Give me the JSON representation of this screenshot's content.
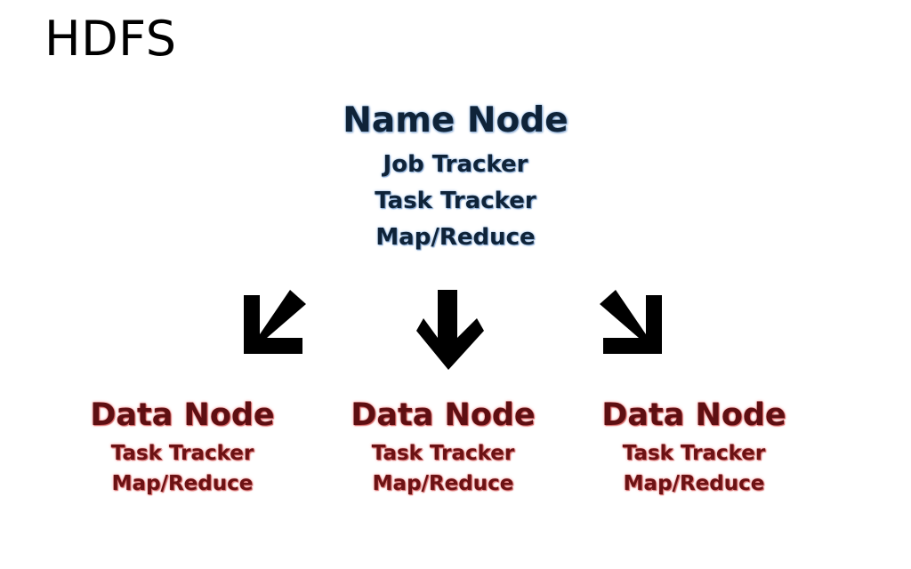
{
  "slide": {
    "title": "HDFS"
  },
  "name_node": {
    "title": "Name Node",
    "lines": [
      "Job Tracker",
      "Task Tracker",
      "Map/Reduce"
    ]
  },
  "data_nodes": [
    {
      "title": "Data Node",
      "lines": [
        "Task Tracker",
        "Map/Reduce"
      ]
    },
    {
      "title": "Data Node",
      "lines": [
        "Task Tracker",
        "Map/Reduce"
      ]
    },
    {
      "title": "Data Node",
      "lines": [
        "Task Tracker",
        "Map/Reduce"
      ]
    }
  ],
  "arrows": [
    {
      "icon": "arrow-down-left-icon"
    },
    {
      "icon": "arrow-down-icon"
    },
    {
      "icon": "arrow-down-right-icon"
    }
  ],
  "colors": {
    "name_node_text": "#0f2338",
    "name_node_glow": "#9bbce3",
    "data_node_text": "#5e0f12",
    "data_node_glow": "#f08a8a",
    "arrow": "#000000"
  }
}
